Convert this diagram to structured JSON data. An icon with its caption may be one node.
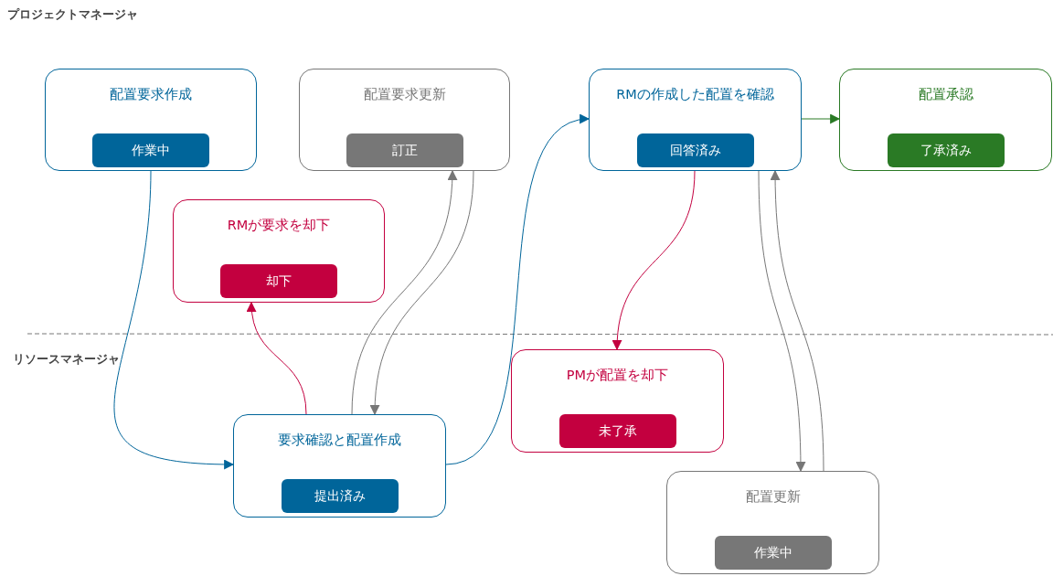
{
  "diagram": {
    "nodes": [
      {
        "text": [
          "配置要求作成"
        ]
      },
      {
        "text": [
          "作業中"
        ],
        "in": 0
      },
      {
        "text": [
          "配置要求更新"
        ]
      },
      {
        "text": [
          "訂正"
        ],
        "in": 2
      },
      {
        "text": [
          "RMの作成した配置を確認"
        ]
      },
      {
        "text": [
          "回答済み"
        ],
        "in": 4
      },
      {
        "text": [
          "配置承認"
        ]
      },
      {
        "text": [
          "了承済み"
        ],
        "in": 6
      },
      {
        "text": [
          "RMが要求を却下"
        ]
      },
      {
        "text": [
          "却下"
        ],
        "in": 8
      },
      {
        "text": [
          "要求確認と配置作成"
        ]
      },
      {
        "text": [
          "提出済み"
        ],
        "in": 10
      },
      {
        "text": [
          "PMが配置を却下"
        ]
      },
      {
        "text": [
          "未了承"
        ],
        "in": 12
      },
      {
        "text": [
          "配置更新"
        ]
      },
      {
        "text": [
          "作業中"
        ],
        "in": 14
      }
    ],
    "edges": [
      {
        "from": 0,
        "to": 10,
        "arrow": "to",
        "color": "#00659a"
      },
      {
        "from": 10,
        "to": 8,
        "arrow": "to",
        "color": "#c3003f"
      },
      {
        "from": 10,
        "to": 2,
        "arrow": "to"
      },
      {
        "from": 2,
        "to": 10,
        "arrow": "to"
      },
      {
        "from": 10,
        "to": 4,
        "arrow": "to",
        "color": "#00659a"
      },
      {
        "from": 4,
        "to": 6,
        "arrow": "to",
        "color": "#2a7a25"
      },
      {
        "from": 4,
        "to": 12,
        "arrow": "to",
        "color": "#c3003f"
      },
      {
        "from": 4,
        "to": 14,
        "arrow": "to"
      },
      {
        "from": 14,
        "to": 4,
        "arrow": "to"
      }
    ],
    "labels": [
      "プロジェクトマネージャ",
      "リソースマネージャ"
    ]
  }
}
